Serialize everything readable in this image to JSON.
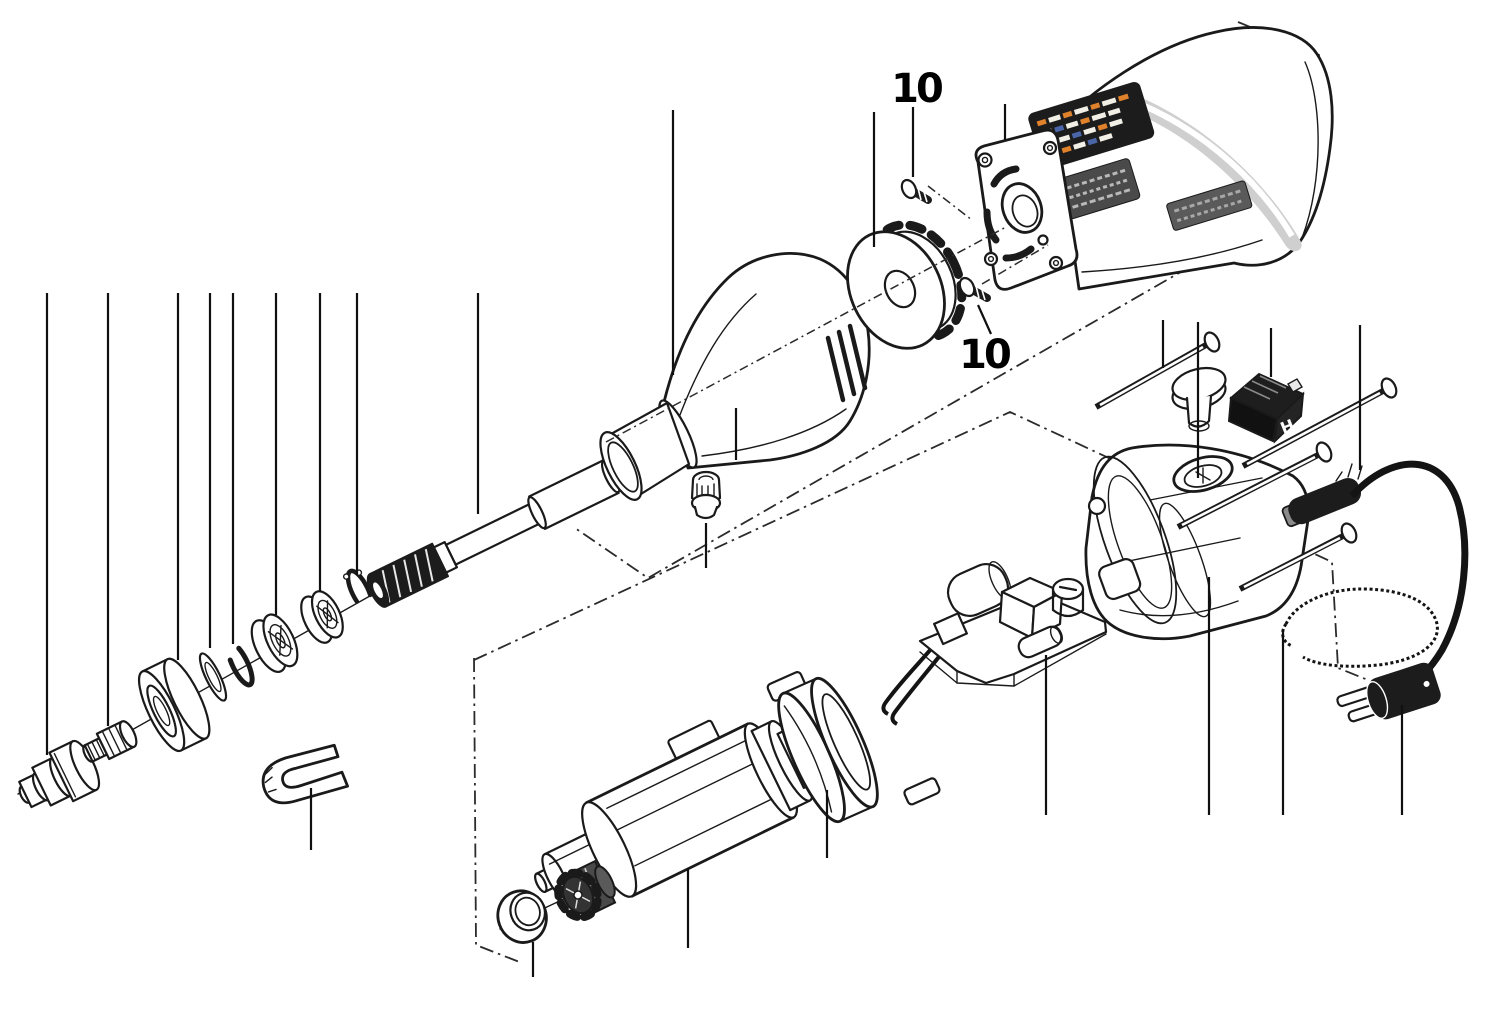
{
  "diagram": {
    "type": "exploded-parts-diagram",
    "callouts": [
      {
        "label": "10"
      },
      {
        "label": "10"
      }
    ],
    "switch_marking": "H",
    "colors": {
      "background": "#ffffff",
      "line": "#1a1a1a",
      "accent_gray": "#cfcfcf",
      "dark_fill": "#1c1c1c",
      "label_dark": "#4a4a4a",
      "vent_band": "#5a5a5a",
      "sticker_orange": "#e0812c",
      "sticker_blue": "#4a66a8",
      "sticker_white": "#f2efe6"
    }
  }
}
